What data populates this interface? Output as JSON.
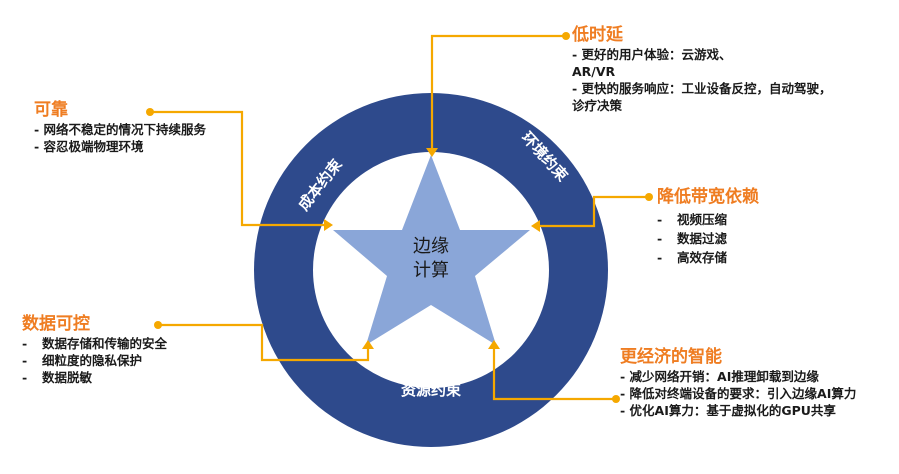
{
  "colors": {
    "ring": "#2e4a8c",
    "star": "#8aa6d8",
    "accent": "#f5a800",
    "title": "#ef7d22",
    "text": "#1a1a1a",
    "center_text": "#1a1a1a"
  },
  "center": {
    "line1": "边缘",
    "line2": "计算"
  },
  "ring_labels": {
    "top_left": "成本约束",
    "top_right": "环境约束",
    "bottom": "资源约束"
  },
  "blocks": {
    "low_latency": {
      "title": "低时延",
      "items": [
        "- 更好的用户体验：云游戏、AR/VR",
        "- 更快的服务响应：工业设备反控，自动驾驶，诊疗决策"
      ]
    },
    "reliable": {
      "title": "可靠",
      "items": [
        "- 网络不稳定的情况下持续服务",
        "- 容忍极端物理环境"
      ]
    },
    "bandwidth": {
      "title": "降低带宽依赖",
      "items": [
        "视频压缩",
        "数据过滤",
        "高效存储"
      ]
    },
    "data_control": {
      "title": "数据可控",
      "items": [
        "数据存储和传输的安全",
        "细粒度的隐私保护",
        "数据脱敏"
      ]
    },
    "intelligence": {
      "title": "更经济的智能",
      "items": [
        "- 减少网络开销：AI推理卸载到边缘",
        "- 降低对终端设备的要求：引入边缘AI算力",
        "- 优化AI算力：基于虚拟化的GPU共享"
      ]
    }
  }
}
